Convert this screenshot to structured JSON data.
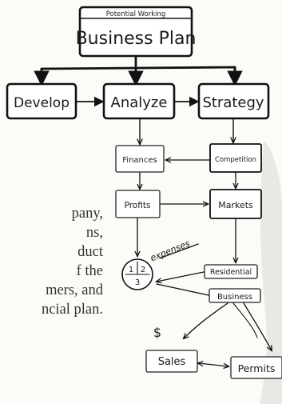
{
  "title": {
    "caption": "Potential Working",
    "main": "Business Plan"
  },
  "level1": {
    "develop": "Develop",
    "analyze": "Analyze",
    "strategy": "Strategy"
  },
  "level2": {
    "finances": "Finances",
    "competition": "Competition",
    "profits": "Profits",
    "markets": "Markets"
  },
  "fraction": {
    "top_left": "1",
    "top_right": "2",
    "bottom": "3"
  },
  "labels": {
    "expenses": "expenses",
    "dollar": "$"
  },
  "level3": {
    "residential": "Residential",
    "business": "Business",
    "sales": "Sales",
    "permits": "Permits"
  },
  "paragraph_lines": [
    "pany,",
    "ns,",
    "duct",
    "f the",
    "mers, and",
    "ncial plan."
  ],
  "colors": {
    "ink": "#111111",
    "paper": "#fbfbf8",
    "text": "#333333",
    "marker_shadow": "#c9c9c9"
  }
}
